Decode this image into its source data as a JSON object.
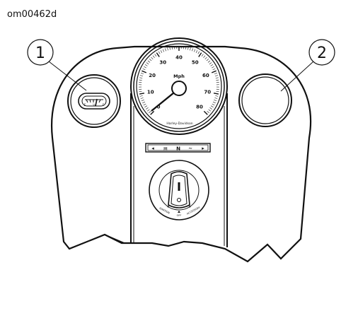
{
  "document_id": "om00462d",
  "callouts": [
    {
      "number": "1"
    },
    {
      "number": "2"
    }
  ],
  "speedometer": {
    "scale_labels": [
      "0",
      "10",
      "20",
      "30",
      "40",
      "50",
      "60",
      "70",
      "80"
    ],
    "top_mark": "Mph",
    "brand_mark": "Harley-Davidson"
  },
  "indicator_strip": {
    "left_arrow": "◂",
    "beam": "▤",
    "neutral": "N",
    "oil": "~",
    "right_arrow": "▸"
  },
  "ignition_switch": {
    "positions": [
      "IGNITION",
      "OFF",
      "ACCESSORY"
    ]
  },
  "gauge_1": {
    "marks": [
      "E",
      "½",
      "F"
    ]
  }
}
